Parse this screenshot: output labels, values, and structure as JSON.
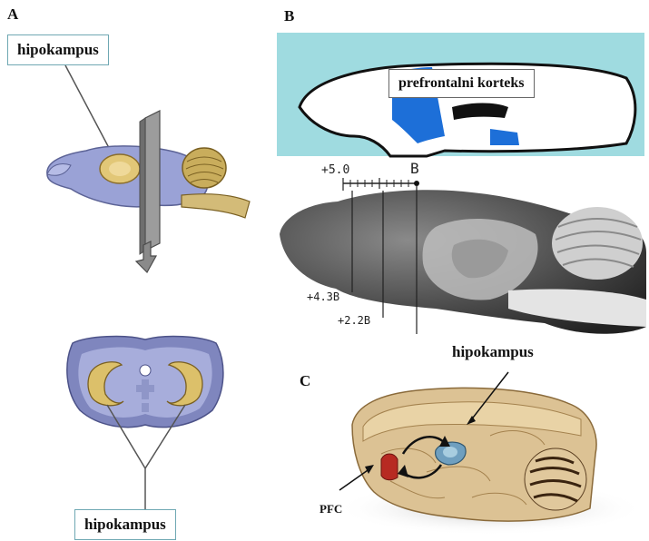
{
  "panels": {
    "a": {
      "letter": "A",
      "label_top": "hipokampus",
      "label_bottom": "hipokampus"
    },
    "b": {
      "letter": "B",
      "label_cortex": "prefrontalni korteks",
      "scale_top": "+5.0",
      "scale_marker": "B",
      "tick_left": "+4.3B",
      "tick_right": "+2.2B"
    },
    "c": {
      "letter": "C",
      "label_hippo": "hipokampus",
      "label_pfc": "PFC"
    }
  },
  "colors": {
    "brain_purple": "#9aa2d6",
    "hippo_gold": "#d9bf6a",
    "cerebellum_gold": "#c9ad5c",
    "cortex_blue": "#1d6fd8",
    "teal_bg": "#9fdbe0",
    "pfc_red": "#b72a22",
    "brain_tan": "#dcc294"
  },
  "icons": [
    "knife-blade-icon",
    "arrow-down-icon",
    "curved-arrow-icon"
  ]
}
